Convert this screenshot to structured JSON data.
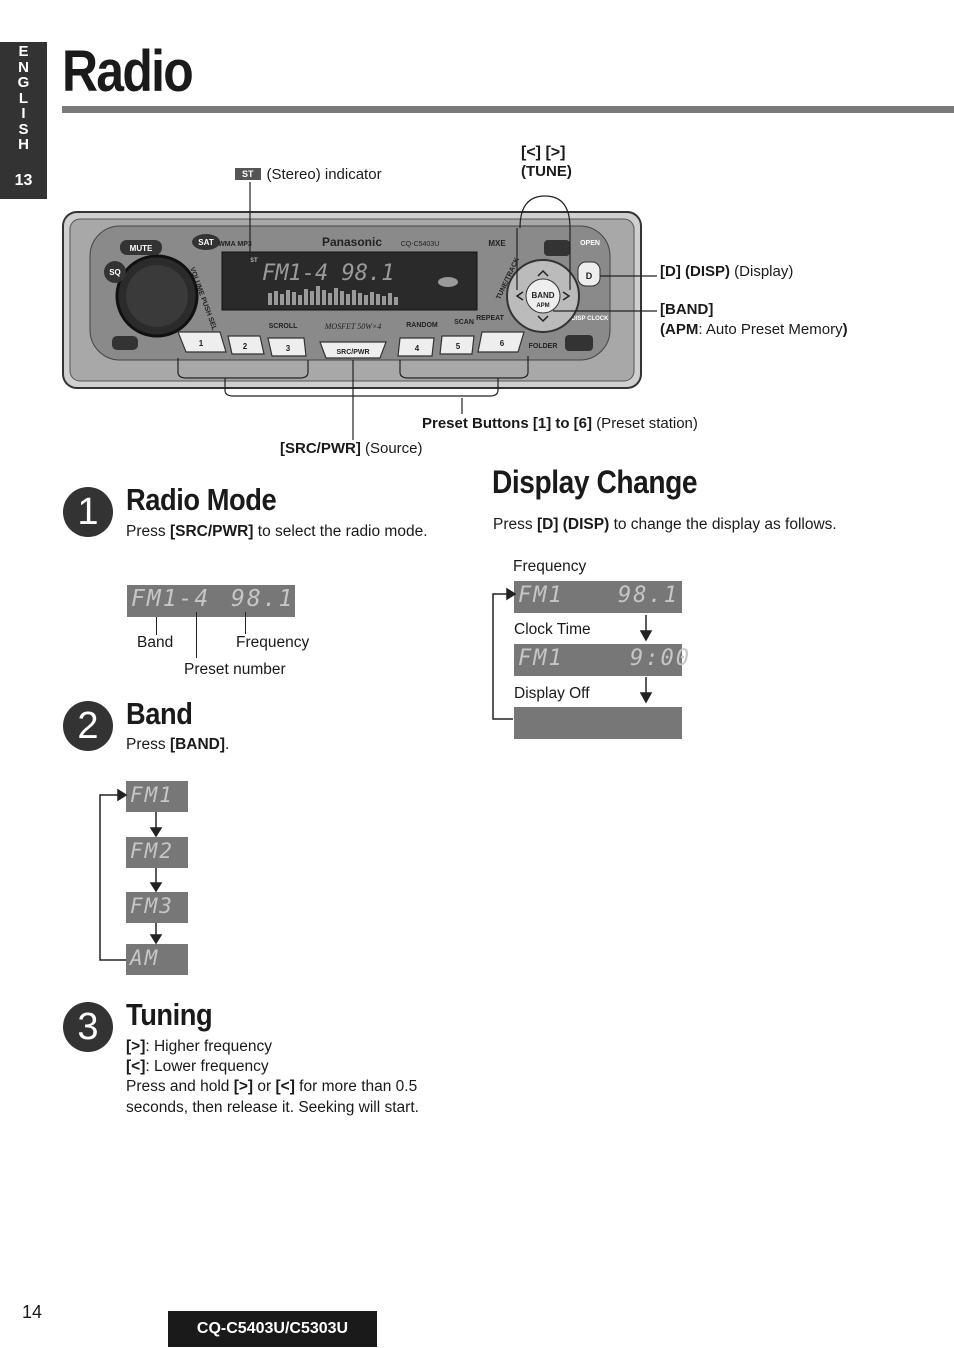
{
  "sidebar": {
    "language": "ENGLISH",
    "section_number": "13"
  },
  "page": {
    "title": "Radio",
    "page_number": "14",
    "model": "CQ-C5403U/C5303U"
  },
  "diagram": {
    "stereo_indicator": {
      "badge": "ST",
      "label": "(Stereo) indicator"
    },
    "tune": {
      "buttons": "[<] [>]",
      "label": "(TUNE)"
    },
    "disp": {
      "key": "[D] (DISP)",
      "desc": "(Display)"
    },
    "band": {
      "key": "[BAND]",
      "apm_key": "APM",
      "apm_desc": ": Auto Preset Memory"
    },
    "preset": {
      "key": "Preset Buttons [1] to [6]",
      "desc": "(Preset station)"
    },
    "src": {
      "key": "[SRC/PWR]",
      "desc": "(Source)"
    },
    "unit": {
      "brand": "Panasonic",
      "model": "CQ-C5403U",
      "mute": "MUTE",
      "sq": "SQ",
      "sat": "SAT",
      "wma_mp3": "WMA MP3",
      "volume": "VOLUME PUSH SEL",
      "display_text": "FM1-4 98.1",
      "scroll": "SCROLL",
      "mosfet": "MOSFET 50W×4",
      "random": "RANDOM",
      "scan": "SCAN",
      "repeat": "REPEAT",
      "folder": "FOLDER",
      "open": "OPEN",
      "disp_clock": "DISP CLOCK",
      "band_btn": "BAND",
      "apm_btn": "APM",
      "src_btn": "SRC/PWR",
      "d_btn": "D",
      "tune_track": "TUNE/TRACK",
      "mxe": "MXE",
      "presets": [
        "1",
        "2",
        "3",
        "4",
        "5",
        "6"
      ]
    }
  },
  "radio_mode": {
    "step": "1",
    "heading": "Radio Mode",
    "text_pre": "Press ",
    "text_key": "[SRC/PWR]",
    "text_post": " to select the radio mode.",
    "display": {
      "band": "FM1-4",
      "freq": "98.1"
    },
    "labels": {
      "band": "Band",
      "frequency": "Frequency",
      "preset": "Preset number"
    }
  },
  "band": {
    "step": "2",
    "heading": "Band",
    "text_pre": "Press ",
    "text_key": "[BAND]",
    "text_post": ".",
    "sequence": [
      "FM1",
      "FM2",
      "FM3",
      "AM"
    ]
  },
  "tuning": {
    "step": "3",
    "heading": "Tuning",
    "line1_key": "[>]",
    "line1_text": ": Higher frequency",
    "line2_key": "[<]",
    "line2_text": ": Lower frequency",
    "line3_pre": "Press and hold ",
    "line3_key1": "[>]",
    "line3_mid": " or ",
    "line3_key2": "[<]",
    "line3_post": " for more than 0.5",
    "line4": "seconds, then release it. Seeking will start."
  },
  "display_change": {
    "heading": "Display Change",
    "text_pre": "Press ",
    "text_key": "[D] (DISP)",
    "text_post": " to change the display as follows.",
    "states": [
      {
        "label": "Frequency",
        "band": "FM1",
        "value": "98.1"
      },
      {
        "label": "Clock Time",
        "band": "FM1",
        "value": "9:00"
      },
      {
        "label": "Display Off",
        "band": "",
        "value": ""
      }
    ]
  }
}
